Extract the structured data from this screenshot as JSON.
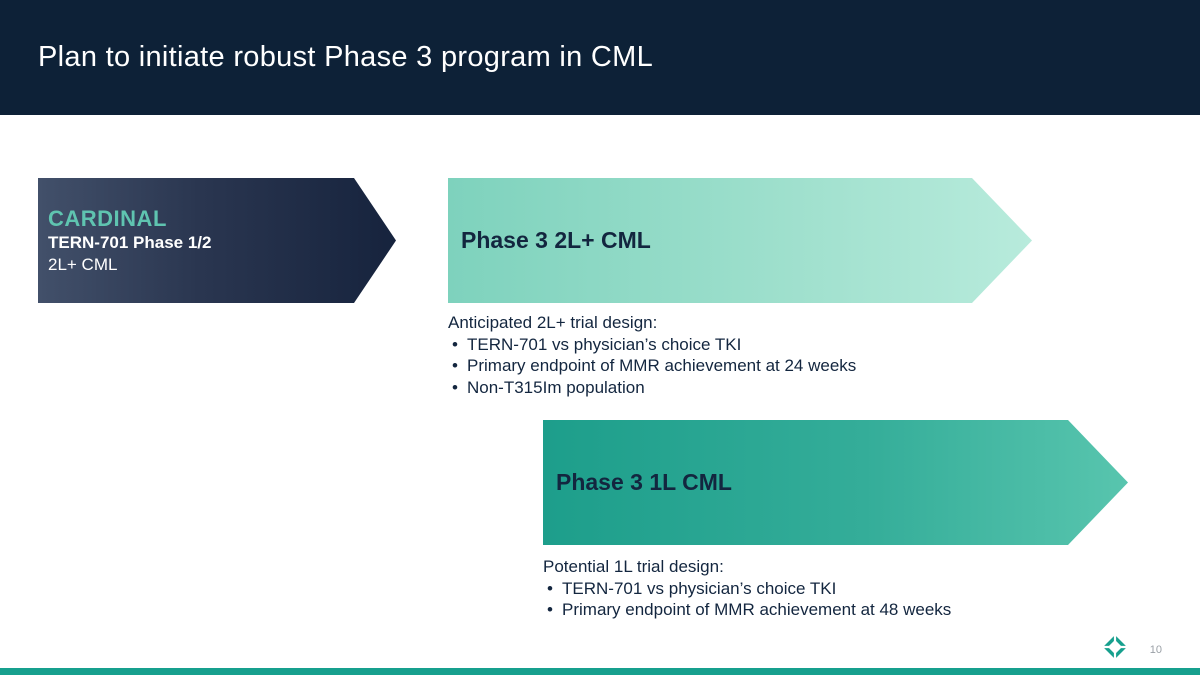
{
  "header": {
    "title": "Plan to initiate robust Phase 3 program in CML"
  },
  "cardinal": {
    "name": "CARDINAL",
    "line2": "TERN-701 Phase 1/2",
    "line3": "2L+ CML"
  },
  "phase3_2l": {
    "label": "Phase 3 2L+ CML",
    "heading": "Anticipated 2L+ trial design:",
    "bullets": [
      "TERN-701 vs physician’s choice TKI",
      "Primary endpoint of MMR achievement at 24 weeks",
      "Non-T315Im population"
    ]
  },
  "phase3_1l": {
    "label": "Phase 3 1L CML",
    "heading": "Potential 1L trial design:",
    "bullets": [
      "TERN-701 vs physician’s choice TKI",
      "Primary endpoint of MMR achievement at 48 weeks"
    ]
  },
  "footer": {
    "logo": "terns-logo",
    "page_number": "10"
  },
  "colors": {
    "header_bg": "#0d2137",
    "navy_text": "#13263f",
    "teal_accent": "#5fc4b0",
    "arrow_dark_start": "#42506a",
    "arrow_dark_end": "#16233d",
    "arrow_mint_start": "#7ed2bd",
    "arrow_mint_end": "#b8ebdc",
    "arrow_teal_start": "#1d9e8b",
    "arrow_teal_end": "#58c5ae",
    "bottom_bar": "#17a08e"
  }
}
